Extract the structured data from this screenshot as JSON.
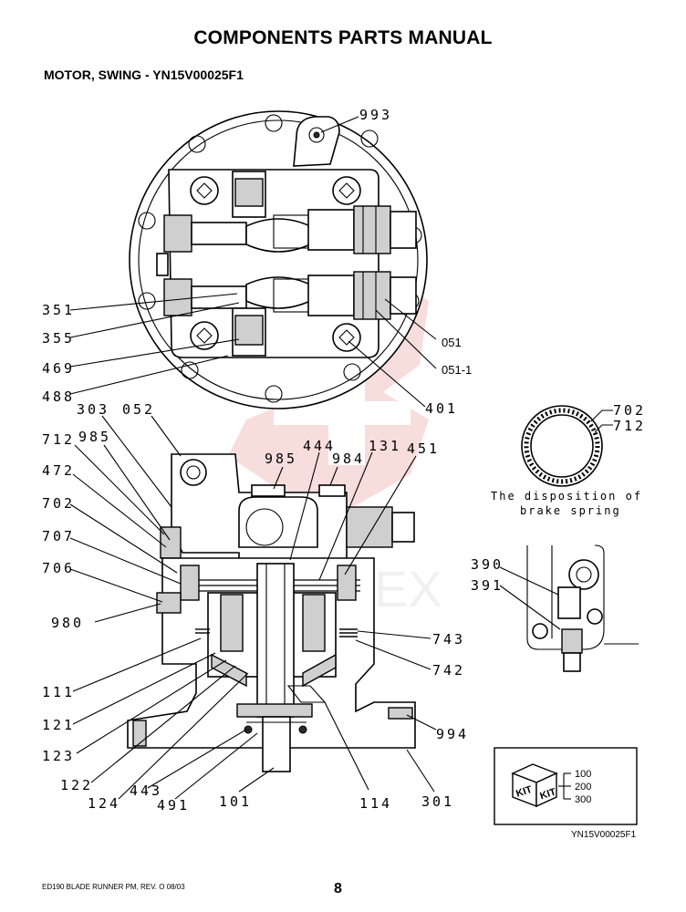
{
  "header": {
    "title": "COMPONENTS PARTS MANUAL",
    "subtitle": "MOTOR, SWING - YN15V00025F1"
  },
  "callouts": {
    "c993": "993",
    "c351": "351",
    "c355": "355",
    "c469": "469",
    "c488": "488",
    "c051": "051",
    "c0511": "051-1",
    "c401": "401",
    "c303": "303",
    "c052": "052",
    "c712": "712",
    "c985": "985",
    "c472": "472",
    "c702": "702",
    "c707": "707",
    "c706": "706",
    "c980": "980",
    "c985b": "985",
    "c444": "444",
    "c984": "984",
    "c131": "131",
    "c451": "451",
    "c743": "743",
    "c742": "742",
    "c111": "111",
    "c121": "121",
    "c123": "123",
    "c122": "122",
    "c124": "124",
    "c443": "443",
    "c491": "491",
    "c101": "101",
    "c114": "114",
    "c301": "301",
    "c994": "994",
    "c390": "390",
    "c391": "391",
    "c702b": "702",
    "c712b": "712"
  },
  "spring_caption": {
    "line1": "The disposition of",
    "line2": "brake spring"
  },
  "kit": {
    "label": "KIT",
    "numbers": [
      "100",
      "200",
      "300"
    ]
  },
  "drawing_ref": "YN15V00025F1",
  "footer": {
    "doc": "ED190 BLADE RUNNER PM, REV. O 08/03",
    "page": "8"
  },
  "icons": {
    "watermark": "watermark-logo",
    "kit": "kit-box-icon"
  },
  "colors": {
    "watermark": "#f3c2c2",
    "ink": "#000000"
  }
}
